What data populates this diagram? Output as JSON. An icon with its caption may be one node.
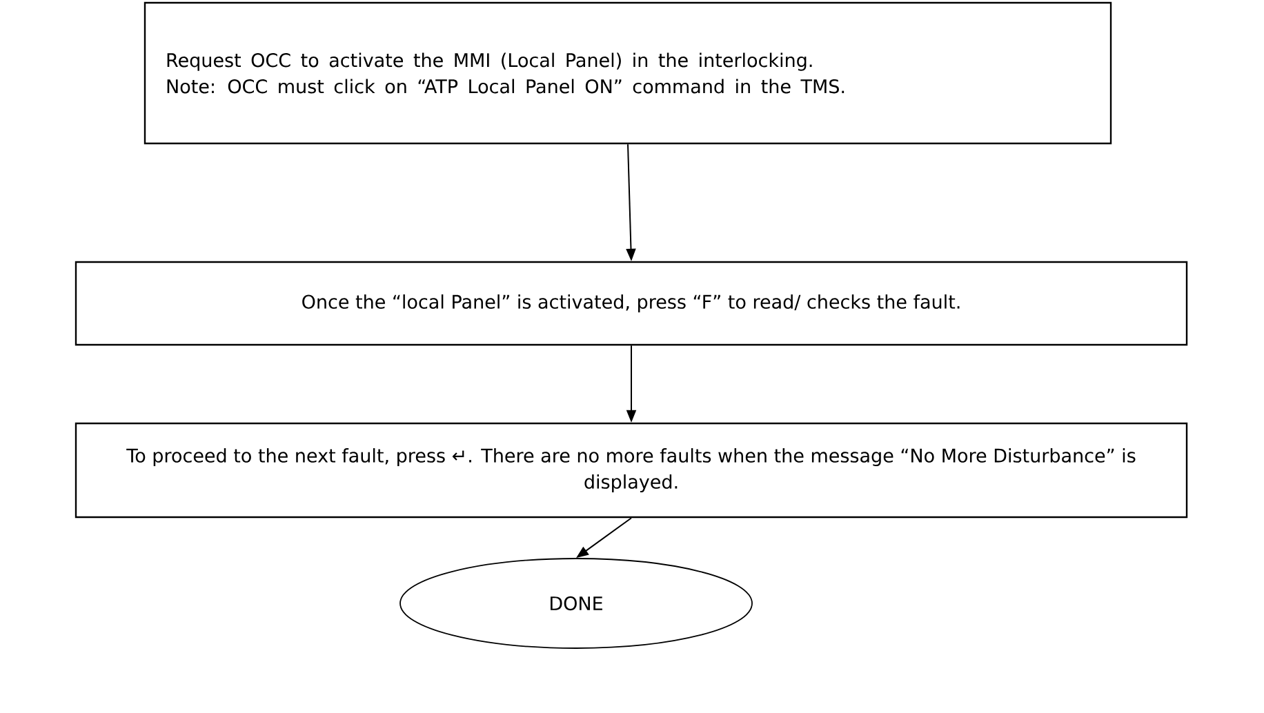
{
  "diagram": {
    "nodes": [
      {
        "text": [
          "Request OCC to activate the MMI (Local Panel) in the interlocking.",
          "Note: OCC must click on “ATP Local Panel ON” command in the TMS."
        ]
      },
      {
        "text": [
          "Once the “local Panel” is activated, press “F” to read/ checks the fault."
        ]
      },
      {
        "text": [
          "To proceed to the next fault, press ↵. There are no more faults when the message “No More Disturbance” is displayed."
        ]
      },
      {
        "text": [
          "DONE"
        ]
      }
    ],
    "edges": [
      {
        "from": 0,
        "to": 1,
        "arrow": "to"
      },
      {
        "from": 1,
        "to": 2,
        "arrow": "to"
      },
      {
        "from": 2,
        "to": 3,
        "arrow": "to"
      }
    ]
  }
}
